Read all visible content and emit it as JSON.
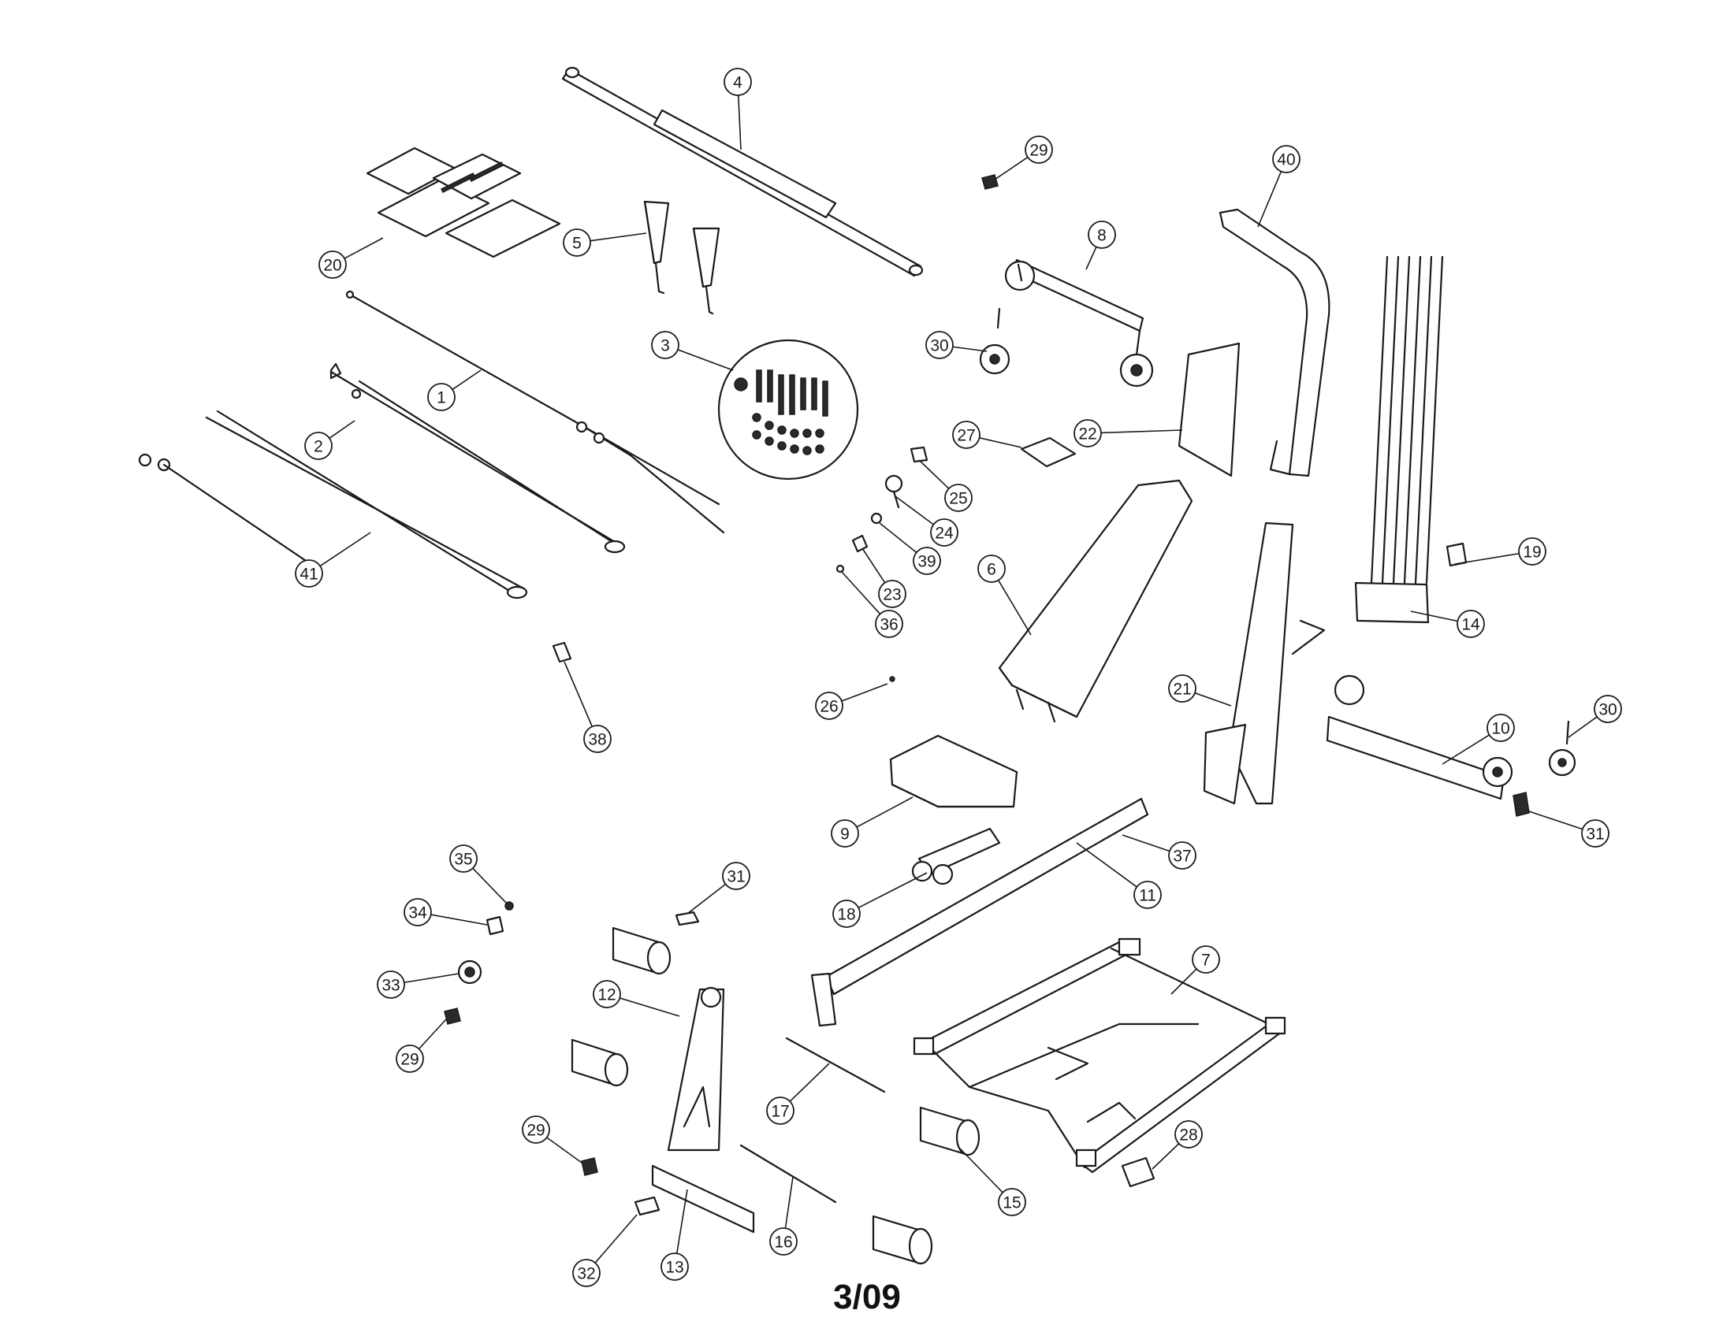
{
  "callouts": [
    {
      "label": "4"
    },
    {
      "label": "29"
    },
    {
      "label": "40"
    },
    {
      "label": "8"
    },
    {
      "label": "20"
    },
    {
      "label": "5"
    },
    {
      "label": "30"
    },
    {
      "label": "3"
    },
    {
      "label": "1"
    },
    {
      "label": "2"
    },
    {
      "label": "27"
    },
    {
      "label": "22"
    },
    {
      "label": "25"
    },
    {
      "label": "24"
    },
    {
      "label": "39"
    },
    {
      "label": "23"
    },
    {
      "label": "36"
    },
    {
      "label": "19"
    },
    {
      "label": "14"
    },
    {
      "label": "6"
    },
    {
      "label": "41"
    },
    {
      "label": "26"
    },
    {
      "label": "21"
    },
    {
      "label": "30"
    },
    {
      "label": "10"
    },
    {
      "label": "38"
    },
    {
      "label": "9"
    },
    {
      "label": "37"
    },
    {
      "label": "31"
    },
    {
      "label": "35"
    },
    {
      "label": "11"
    },
    {
      "label": "18"
    },
    {
      "label": "31"
    },
    {
      "label": "34"
    },
    {
      "label": "7"
    },
    {
      "label": "33"
    },
    {
      "label": "12"
    },
    {
      "label": "29"
    },
    {
      "label": "17"
    },
    {
      "label": "29"
    },
    {
      "label": "28"
    },
    {
      "label": "15"
    },
    {
      "label": "16"
    },
    {
      "label": "32"
    },
    {
      "label": "13"
    }
  ],
  "page_code": "3/09"
}
